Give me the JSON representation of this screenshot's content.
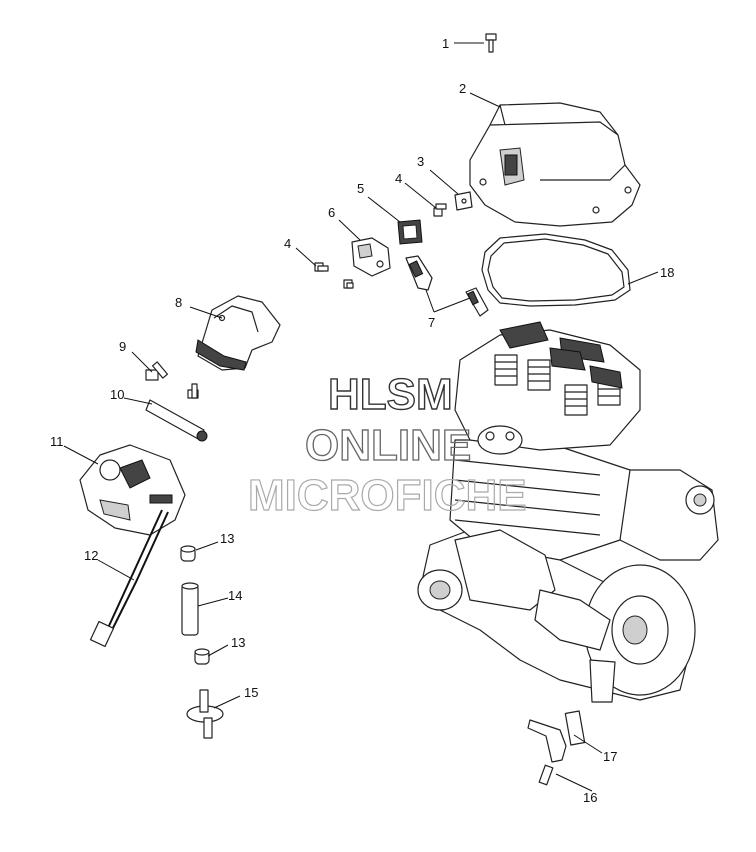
{
  "callouts": [
    {
      "id": "c1",
      "label": "1"
    },
    {
      "id": "c2",
      "label": "2"
    },
    {
      "id": "c3",
      "label": "3"
    },
    {
      "id": "c4a",
      "label": "4"
    },
    {
      "id": "c4b",
      "label": "4"
    },
    {
      "id": "c5",
      "label": "5"
    },
    {
      "id": "c6",
      "label": "6"
    },
    {
      "id": "c7",
      "label": "7"
    },
    {
      "id": "c8",
      "label": "8"
    },
    {
      "id": "c9",
      "label": "9"
    },
    {
      "id": "c10",
      "label": "10"
    },
    {
      "id": "c11",
      "label": "11"
    },
    {
      "id": "c12",
      "label": "12"
    },
    {
      "id": "c13a",
      "label": "13"
    },
    {
      "id": "c13b",
      "label": "13"
    },
    {
      "id": "c14",
      "label": "14"
    },
    {
      "id": "c15",
      "label": "15"
    },
    {
      "id": "c16",
      "label": "16"
    },
    {
      "id": "c17",
      "label": "17"
    },
    {
      "id": "c18",
      "label": "18"
    }
  ],
  "watermark": {
    "line1": "HLSM",
    "line2": "ONLINE",
    "line3": "MICROFICHE"
  }
}
